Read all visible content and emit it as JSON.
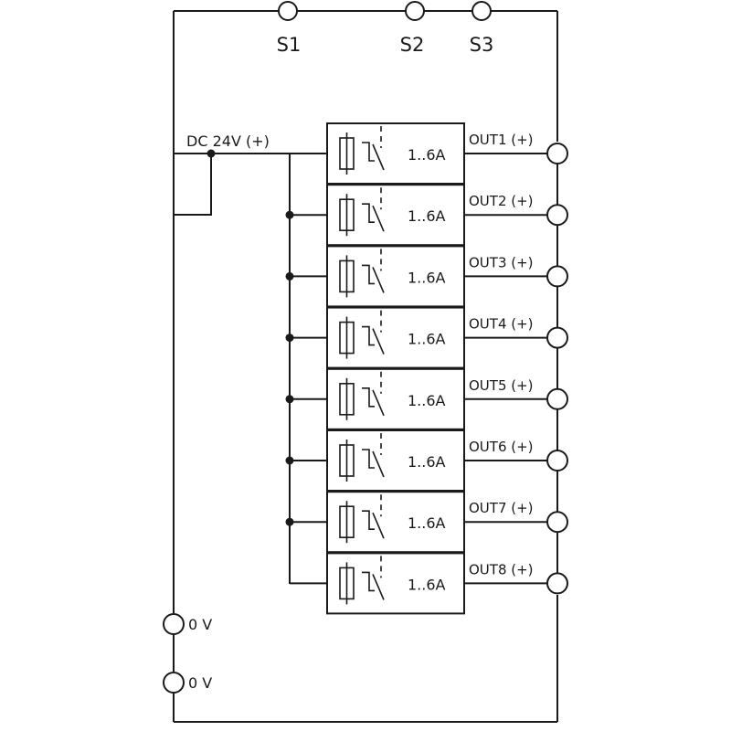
{
  "supply": {
    "label": "DC 24V (+)",
    "zero_labels": [
      "0 V",
      "0 V"
    ]
  },
  "signals": [
    "S1",
    "S2",
    "S3"
  ],
  "channels": [
    {
      "current": "1..6A",
      "output": "OUT1 (+)"
    },
    {
      "current": "1..6A",
      "output": "OUT2 (+)"
    },
    {
      "current": "1..6A",
      "output": "OUT3 (+)"
    },
    {
      "current": "1..6A",
      "output": "OUT4 (+)"
    },
    {
      "current": "1..6A",
      "output": "OUT5 (+)"
    },
    {
      "current": "1..6A",
      "output": "OUT6 (+)"
    },
    {
      "current": "1..6A",
      "output": "OUT7 (+)"
    },
    {
      "current": "1..6A",
      "output": "OUT8 (+)"
    }
  ],
  "colors": {
    "line": "#1a1a1a",
    "background": "#ffffff"
  }
}
